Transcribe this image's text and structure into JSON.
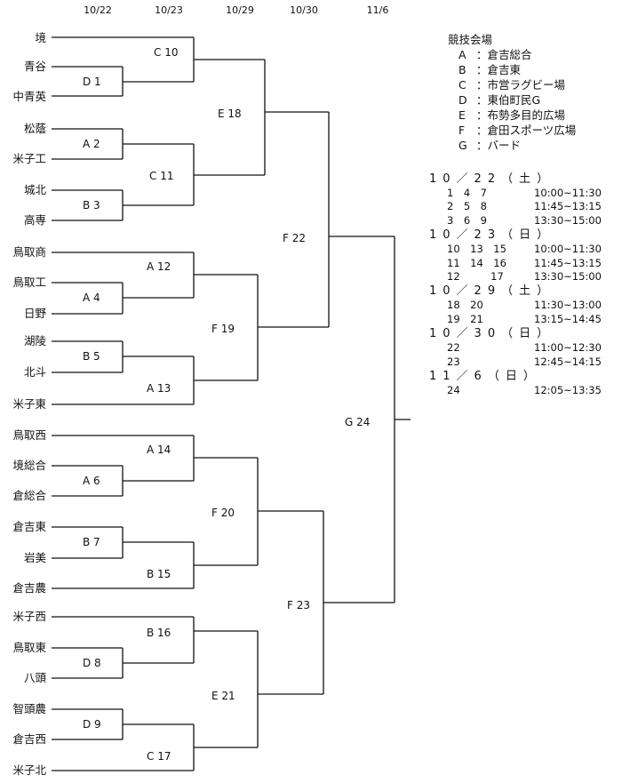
{
  "dates": [
    "10/22",
    "10/23",
    "10/29",
    "10/30",
    "11/6"
  ],
  "teams": [
    "境",
    "青谷",
    "中青英",
    "松蔭",
    "米子工",
    "城北",
    "高専",
    "鳥取商",
    "鳥取工",
    "日野",
    "湖陵",
    "北斗",
    "米子東",
    "鳥取西",
    "境総合",
    "倉総合",
    "倉吉東",
    "岩美",
    "倉吉農",
    "米子西",
    "鳥取東",
    "八頭",
    "智頭農",
    "倉吉西",
    "米子北"
  ],
  "matches": {
    "c10": "C 10",
    "d1": "D 1",
    "a2": "A 2",
    "b3": "B 3",
    "c11": "C 11",
    "e18": "E 18",
    "a12": "A 12",
    "a4": "A 4",
    "b5": "B 5",
    "a13": "A 13",
    "f19": "F 19",
    "f22": "F 22",
    "a14": "A 14",
    "a6": "A 6",
    "b7": "B 7",
    "b15": "B 15",
    "f20": "F 20",
    "b16": "B 16",
    "d8": "D 8",
    "d9": "D 9",
    "c17": "C 17",
    "e21": "E 21",
    "f23": "F 23",
    "g24": "G 24"
  },
  "legend": {
    "title": "競技会場",
    "venues": [
      {
        "key": "A",
        "name": "倉吉総合"
      },
      {
        "key": "B",
        "name": "倉吉東"
      },
      {
        "key": "C",
        "name": "市営ラグビー場"
      },
      {
        "key": "D",
        "name": "東伯町民G"
      },
      {
        "key": "E",
        "name": "布勢多目的広場"
      },
      {
        "key": "F",
        "name": "倉田スポーツ広場"
      },
      {
        "key": "G",
        "name": "バード"
      }
    ]
  },
  "schedule": [
    {
      "day": "10／22（土）",
      "rows": [
        {
          "matches": "1　4　7",
          "time": "10:00~11:30"
        },
        {
          "matches": "2　5　8",
          "time": "11:45~13:15"
        },
        {
          "matches": "3　6　9",
          "time": "13:30~15:00"
        }
      ]
    },
    {
      "day": "10／23（日）",
      "rows": [
        {
          "matches": "10　13　15",
          "time": "10:00~11:30"
        },
        {
          "matches": "11　14　16",
          "time": "11:45~13:15"
        },
        {
          "matches": "12　　　17",
          "time": "13:30~15:00"
        }
      ]
    },
    {
      "day": "10／29（土）",
      "rows": [
        {
          "matches": "18　20",
          "time": "11:30~13:00"
        },
        {
          "matches": "19　21",
          "time": "13:15~14:45"
        }
      ]
    },
    {
      "day": "10／30（日）",
      "rows": [
        {
          "matches": "22",
          "time": "11:00~12:30"
        },
        {
          "matches": "23",
          "time": "12:45~14:15"
        }
      ]
    },
    {
      "day": "11／6（日）",
      "rows": [
        {
          "matches": "24",
          "time": "12:05~13:35"
        }
      ]
    }
  ]
}
